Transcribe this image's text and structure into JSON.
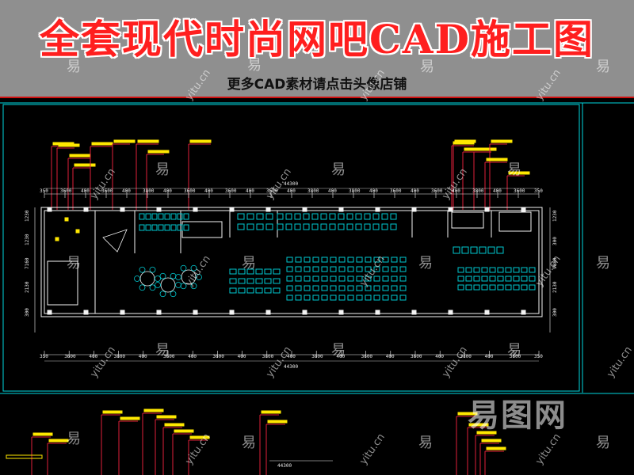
{
  "banner": {
    "title": "全套现代时尚网吧CAD施工图",
    "subtitle": "更多CAD素材请点击头像店铺"
  },
  "watermarks": {
    "glyph": "易",
    "url": "yitu.cn",
    "logo": "易图网"
  },
  "drawing": {
    "overall_dim_label": "44300",
    "dim_labels_top": [
      "350",
      "3600",
      "400",
      "3600",
      "400",
      "3800",
      "400",
      "3600",
      "400",
      "3600",
      "400",
      "3600",
      "400",
      "3800",
      "400",
      "3800",
      "400",
      "3600",
      "400",
      "3600",
      "400",
      "3800",
      "400",
      "3600",
      "350"
    ],
    "dim_labels_bottom": [
      "350",
      "3600",
      "400",
      "3800",
      "400",
      "3600",
      "400",
      "3600",
      "400",
      "3800",
      "400",
      "3800",
      "400",
      "3600",
      "400",
      "3600",
      "400",
      "3800",
      "400",
      "3600",
      "350"
    ],
    "left_dims": [
      "1230",
      "1230",
      "7160",
      "2130",
      "300"
    ],
    "right_dims": [
      "1230",
      "300",
      "9080",
      "2130",
      "300"
    ],
    "bottom_partial_label": "44300",
    "colors": {
      "frame": "#00d8e0",
      "leader": "#e0203a",
      "tag": "#ffe800",
      "wall": "#f4f4f4",
      "furniture": "#00c8d0"
    }
  }
}
